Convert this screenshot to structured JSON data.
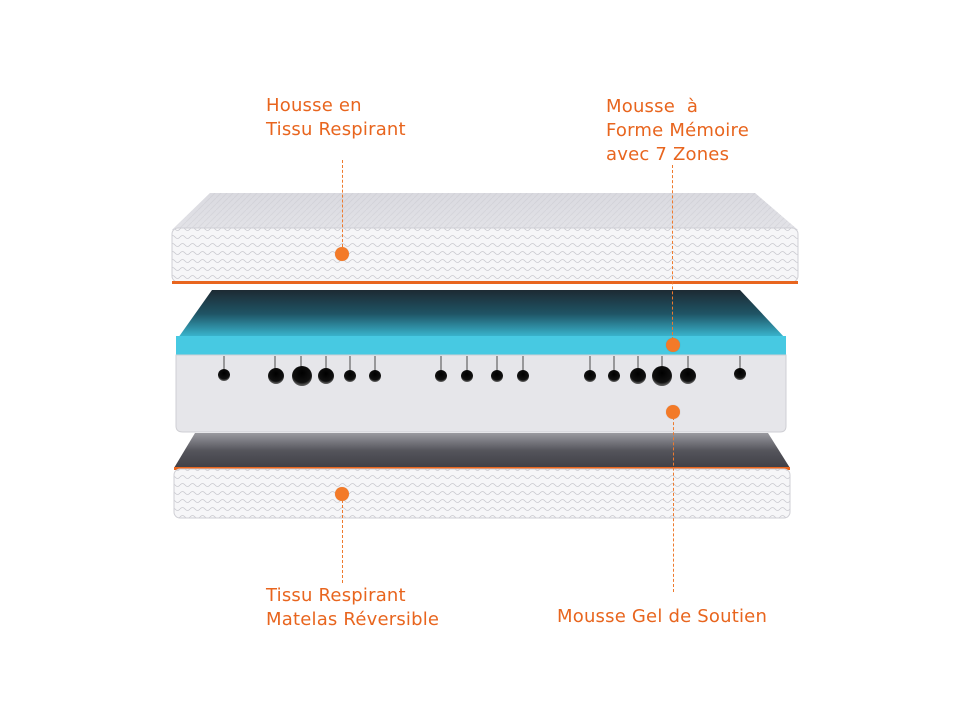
{
  "diagram": {
    "title": "Mattress layer composition",
    "accent_color": "#e8651e",
    "labels": [
      {
        "id": "cover-top",
        "lines": [
          "Housse en",
          "Tissu Respirant"
        ]
      },
      {
        "id": "memory-foam",
        "lines": [
          "Mousse  à",
          "Forme Mémoire",
          "avec 7 Zones"
        ]
      },
      {
        "id": "cover-bottom",
        "lines": [
          "Tissu Respirant",
          "Matelas Réversible"
        ]
      },
      {
        "id": "gel-foam",
        "lines": [
          "Mousse Gel de Soutien"
        ]
      }
    ],
    "layers": [
      {
        "name": "top-cover",
        "color": "#f2f2f4",
        "edge_color": "#e8651e"
      },
      {
        "name": "memory-foam-layer",
        "color": "#45c8e0"
      },
      {
        "name": "support-foam-layer",
        "color": "#e6e6ea",
        "zone_holes": 17
      },
      {
        "name": "bottom-cover",
        "color": "#f2f2f4",
        "edge_color": "#e8651e"
      }
    ]
  }
}
